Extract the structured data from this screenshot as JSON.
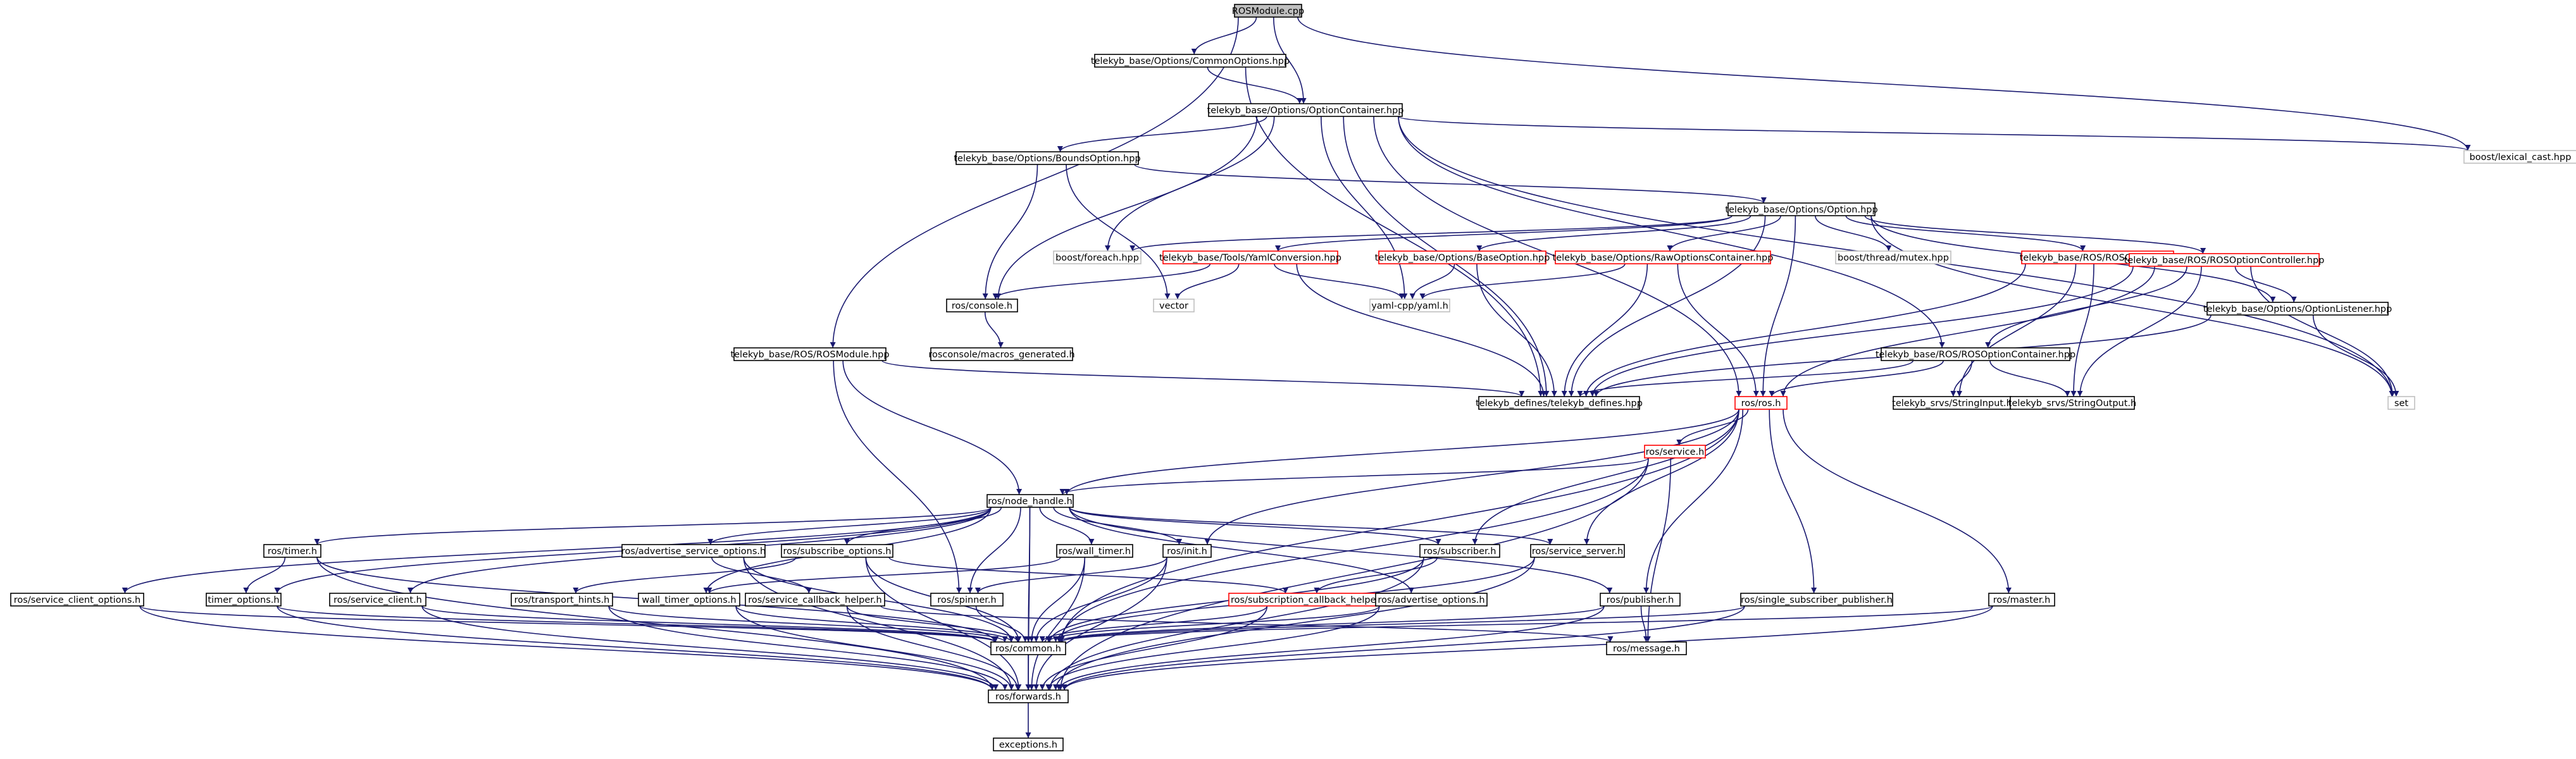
{
  "colors": {
    "edge": "#191970",
    "text": "#000000",
    "border_default": "#000000",
    "border_red": "#ff0000",
    "border_gray": "#bfbfbf",
    "fill_root": "#bfbfbf",
    "fill_default": "#ffffff"
  },
  "nodes": [
    {
      "id": "n_rosmodule_cpp",
      "label": "ROSModule.cpp",
      "style": "root"
    },
    {
      "id": "n_common_options",
      "label": "telekyb_base/Options/CommonOptions.hpp",
      "style": "default"
    },
    {
      "id": "n_option_container",
      "label": "telekyb_base/Options/OptionContainer.hpp",
      "style": "default"
    },
    {
      "id": "n_lexical_cast",
      "label": "boost/lexical_cast.hpp",
      "style": "gray"
    },
    {
      "id": "n_bounds_option",
      "label": "telekyb_base/Options/BoundsOption.hpp",
      "style": "default"
    },
    {
      "id": "n_option",
      "label": "telekyb_base/Options/Option.hpp",
      "style": "default"
    },
    {
      "id": "n_boost_foreach",
      "label": "boost/foreach.hpp",
      "style": "gray"
    },
    {
      "id": "n_yaml_conversion",
      "label": "telekyb_base/Tools/YamlConversion.hpp",
      "style": "red"
    },
    {
      "id": "n_base_option",
      "label": "telekyb_base/Options/BaseOption.hpp",
      "style": "red"
    },
    {
      "id": "n_raw_options_container",
      "label": "telekyb_base/Options/RawOptionsContainer.hpp",
      "style": "red"
    },
    {
      "id": "n_boost_mutex",
      "label": "boost/thread/mutex.hpp",
      "style": "gray"
    },
    {
      "id": "n_ros_option",
      "label": "telekyb_base/ROS/ROSOption.hpp",
      "style": "red"
    },
    {
      "id": "n_ros_console",
      "label": "ros/console.h",
      "style": "default"
    },
    {
      "id": "n_vector",
      "label": "vector",
      "style": "gray"
    },
    {
      "id": "n_yaml_cpp",
      "label": "yaml-cpp/yaml.h",
      "style": "gray"
    },
    {
      "id": "n_ros_option_controller",
      "label": "telekyb_base/ROS/ROSOptionController.hpp",
      "style": "red"
    },
    {
      "id": "n_rosconsole_macros",
      "label": "rosconsole/macros_generated.h",
      "style": "default"
    },
    {
      "id": "n_ros_rosmodule_hpp",
      "label": "telekyb_base/ROS/ROSModule.hpp",
      "style": "default"
    },
    {
      "id": "n_ros_option_container",
      "label": "telekyb_base/ROS/ROSOptionContainer.hpp",
      "style": "default"
    },
    {
      "id": "n_option_listener",
      "label": "telekyb_base/Options/OptionListener.hpp",
      "style": "default"
    },
    {
      "id": "n_telekyb_defines",
      "label": "telekyb_defines/telekyb_defines.hpp",
      "style": "default"
    },
    {
      "id": "n_ros_ros_h",
      "label": "ros/ros.h",
      "style": "red"
    },
    {
      "id": "n_string_input",
      "label": "telekyb_srvs/StringInput.h",
      "style": "default"
    },
    {
      "id": "n_string_output",
      "label": "telekyb_srvs/StringOutput.h",
      "style": "default"
    },
    {
      "id": "n_set",
      "label": "set",
      "style": "gray"
    },
    {
      "id": "n_ros_service",
      "label": "ros/service.h",
      "style": "red"
    },
    {
      "id": "n_node_handle",
      "label": "ros/node_handle.h",
      "style": "default"
    },
    {
      "id": "n_ros_timer",
      "label": "ros/timer.h",
      "style": "default"
    },
    {
      "id": "n_advertise_service_options",
      "label": "ros/advertise_service_options.h",
      "style": "default"
    },
    {
      "id": "n_subscribe_options",
      "label": "ros/subscribe_options.h",
      "style": "default"
    },
    {
      "id": "n_wall_timer",
      "label": "ros/wall_timer.h",
      "style": "default"
    },
    {
      "id": "n_ros_init",
      "label": "ros/init.h",
      "style": "default"
    },
    {
      "id": "n_ros_subscriber",
      "label": "ros/subscriber.h",
      "style": "default"
    },
    {
      "id": "n_service_server",
      "label": "ros/service_server.h",
      "style": "default"
    },
    {
      "id": "n_service_client_options",
      "label": "ros/service_client_options.h",
      "style": "default"
    },
    {
      "id": "n_timer_options",
      "label": "timer_options.h",
      "style": "default"
    },
    {
      "id": "n_service_client",
      "label": "ros/service_client.h",
      "style": "default"
    },
    {
      "id": "n_transport_hints",
      "label": "ros/transport_hints.h",
      "style": "default"
    },
    {
      "id": "n_wall_timer_options",
      "label": "wall_timer_options.h",
      "style": "default"
    },
    {
      "id": "n_service_callback_helper",
      "label": "ros/service_callback_helper.h",
      "style": "default"
    },
    {
      "id": "n_ros_spinner",
      "label": "ros/spinner.h",
      "style": "default"
    },
    {
      "id": "n_subscription_callback_helper",
      "label": "ros/subscription_callback_helper.h",
      "style": "red"
    },
    {
      "id": "n_advertise_options",
      "label": "ros/advertise_options.h",
      "style": "default"
    },
    {
      "id": "n_ros_publisher",
      "label": "ros/publisher.h",
      "style": "default"
    },
    {
      "id": "n_single_subscriber_publisher",
      "label": "ros/single_subscriber_publisher.h",
      "style": "default"
    },
    {
      "id": "n_ros_master",
      "label": "ros/master.h",
      "style": "default"
    },
    {
      "id": "n_ros_common",
      "label": "ros/common.h",
      "style": "default"
    },
    {
      "id": "n_ros_message",
      "label": "ros/message.h",
      "style": "default"
    },
    {
      "id": "n_ros_forwards",
      "label": "ros/forwards.h",
      "style": "default"
    },
    {
      "id": "n_exceptions",
      "label": "exceptions.h",
      "style": "default"
    }
  ],
  "edges": [
    [
      "n_rosmodule_cpp",
      "n_common_options"
    ],
    [
      "n_rosmodule_cpp",
      "n_option_container"
    ],
    [
      "n_rosmodule_cpp",
      "n_lexical_cast"
    ],
    [
      "n_rosmodule_cpp",
      "n_ros_rosmodule_hpp"
    ],
    [
      "n_common_options",
      "n_option_container"
    ],
    [
      "n_common_options",
      "n_telekyb_defines"
    ],
    [
      "n_option_container",
      "n_bounds_option"
    ],
    [
      "n_option_container",
      "n_lexical_cast"
    ],
    [
      "n_option_container",
      "n_set"
    ],
    [
      "n_option_container",
      "n_ros_console"
    ],
    [
      "n_option_container",
      "n_boost_foreach"
    ],
    [
      "n_option_container",
      "n_yaml_cpp"
    ],
    [
      "n_option_container",
      "n_telekyb_defines"
    ],
    [
      "n_option_container",
      "n_ros_option_container"
    ],
    [
      "n_option_container",
      "n_ros_ros_h"
    ],
    [
      "n_bounds_option",
      "n_option"
    ],
    [
      "n_bounds_option",
      "n_ros_console"
    ],
    [
      "n_bounds_option",
      "n_vector"
    ],
    [
      "n_option",
      "n_boost_foreach"
    ],
    [
      "n_option",
      "n_yaml_conversion"
    ],
    [
      "n_option",
      "n_base_option"
    ],
    [
      "n_option",
      "n_raw_options_container"
    ],
    [
      "n_option",
      "n_boost_mutex"
    ],
    [
      "n_option",
      "n_ros_option"
    ],
    [
      "n_option",
      "n_ros_option_controller"
    ],
    [
      "n_option",
      "n_option_listener"
    ],
    [
      "n_option",
      "n_telekyb_defines"
    ],
    [
      "n_option",
      "n_ros_ros_h"
    ],
    [
      "n_option",
      "n_set"
    ],
    [
      "n_yaml_conversion",
      "n_ros_console"
    ],
    [
      "n_yaml_conversion",
      "n_vector"
    ],
    [
      "n_yaml_conversion",
      "n_yaml_cpp"
    ],
    [
      "n_yaml_conversion",
      "n_telekyb_defines"
    ],
    [
      "n_base_option",
      "n_yaml_cpp"
    ],
    [
      "n_base_option",
      "n_telekyb_defines"
    ],
    [
      "n_raw_options_container",
      "n_yaml_cpp"
    ],
    [
      "n_raw_options_container",
      "n_telekyb_defines"
    ],
    [
      "n_raw_options_container",
      "n_ros_ros_h"
    ],
    [
      "n_ros_option",
      "n_ros_option_controller"
    ],
    [
      "n_ros_option",
      "n_string_input"
    ],
    [
      "n_ros_option",
      "n_string_output"
    ],
    [
      "n_ros_option",
      "n_telekyb_defines"
    ],
    [
      "n_ros_option_controller",
      "n_ros_option_container"
    ],
    [
      "n_ros_option_controller",
      "n_option_listener"
    ],
    [
      "n_ros_option_controller",
      "n_telekyb_defines"
    ],
    [
      "n_ros_option_controller",
      "n_string_output"
    ],
    [
      "n_ros_option_controller",
      "n_set"
    ],
    [
      "n_ros_option_controller",
      "n_ros_ros_h"
    ],
    [
      "n_ros_console",
      "n_rosconsole_macros"
    ],
    [
      "n_ros_rosmodule_hpp",
      "n_telekyb_defines"
    ],
    [
      "n_ros_rosmodule_hpp",
      "n_node_handle"
    ],
    [
      "n_ros_rosmodule_hpp",
      "n_ros_spinner"
    ],
    [
      "n_ros_option_container",
      "n_telekyb_defines"
    ],
    [
      "n_ros_option_container",
      "n_ros_ros_h"
    ],
    [
      "n_ros_option_container",
      "n_string_input"
    ],
    [
      "n_ros_option_container",
      "n_string_output"
    ],
    [
      "n_option_listener",
      "n_set"
    ],
    [
      "n_option_listener",
      "n_telekyb_defines"
    ],
    [
      "n_ros_ros_h",
      "n_node_handle"
    ],
    [
      "n_ros_ros_h",
      "n_ros_service"
    ],
    [
      "n_ros_ros_h",
      "n_ros_init"
    ],
    [
      "n_ros_ros_h",
      "n_ros_subscriber"
    ],
    [
      "n_ros_ros_h",
      "n_service_server"
    ],
    [
      "n_ros_ros_h",
      "n_ros_publisher"
    ],
    [
      "n_ros_ros_h",
      "n_single_subscriber_publisher"
    ],
    [
      "n_ros_ros_h",
      "n_ros_master"
    ],
    [
      "n_ros_ros_h",
      "n_ros_common"
    ],
    [
      "n_ros_service",
      "n_node_handle"
    ],
    [
      "n_ros_service",
      "n_ros_common"
    ],
    [
      "n_ros_service",
      "n_ros_message"
    ],
    [
      "n_ros_service",
      "n_ros_forwards"
    ],
    [
      "n_node_handle",
      "n_ros_timer"
    ],
    [
      "n_node_handle",
      "n_advertise_service_options"
    ],
    [
      "n_node_handle",
      "n_subscribe_options"
    ],
    [
      "n_node_handle",
      "n_wall_timer"
    ],
    [
      "n_node_handle",
      "n_ros_init"
    ],
    [
      "n_node_handle",
      "n_ros_subscriber"
    ],
    [
      "n_node_handle",
      "n_service_server"
    ],
    [
      "n_node_handle",
      "n_service_client_options"
    ],
    [
      "n_node_handle",
      "n_timer_options"
    ],
    [
      "n_node_handle",
      "n_service_client"
    ],
    [
      "n_node_handle",
      "n_wall_timer_options"
    ],
    [
      "n_node_handle",
      "n_ros_spinner"
    ],
    [
      "n_node_handle",
      "n_advertise_options"
    ],
    [
      "n_node_handle",
      "n_ros_publisher"
    ],
    [
      "n_node_handle",
      "n_ros_common"
    ],
    [
      "n_node_handle",
      "n_ros_forwards"
    ],
    [
      "n_ros_timer",
      "n_timer_options"
    ],
    [
      "n_ros_timer",
      "n_ros_common"
    ],
    [
      "n_ros_timer",
      "n_ros_forwards"
    ],
    [
      "n_advertise_service_options",
      "n_service_callback_helper"
    ],
    [
      "n_advertise_service_options",
      "n_ros_common"
    ],
    [
      "n_advertise_service_options",
      "n_ros_forwards"
    ],
    [
      "n_subscribe_options",
      "n_transport_hints"
    ],
    [
      "n_subscribe_options",
      "n_subscription_callback_helper"
    ],
    [
      "n_subscribe_options",
      "n_ros_common"
    ],
    [
      "n_subscribe_options",
      "n_ros_forwards"
    ],
    [
      "n_wall_timer",
      "n_wall_timer_options"
    ],
    [
      "n_wall_timer",
      "n_ros_common"
    ],
    [
      "n_wall_timer",
      "n_ros_forwards"
    ],
    [
      "n_ros_init",
      "n_ros_spinner"
    ],
    [
      "n_ros_init",
      "n_ros_common"
    ],
    [
      "n_ros_init",
      "n_ros_forwards"
    ],
    [
      "n_ros_subscriber",
      "n_subscription_callback_helper"
    ],
    [
      "n_ros_subscriber",
      "n_ros_common"
    ],
    [
      "n_ros_subscriber",
      "n_ros_forwards"
    ],
    [
      "n_service_server",
      "n_ros_common"
    ],
    [
      "n_service_server",
      "n_ros_forwards"
    ],
    [
      "n_service_client_options",
      "n_ros_common"
    ],
    [
      "n_service_client_options",
      "n_ros_forwards"
    ],
    [
      "n_timer_options",
      "n_ros_common"
    ],
    [
      "n_timer_options",
      "n_ros_forwards"
    ],
    [
      "n_service_client",
      "n_ros_common"
    ],
    [
      "n_service_client",
      "n_ros_forwards"
    ],
    [
      "n_transport_hints",
      "n_ros_common"
    ],
    [
      "n_transport_hints",
      "n_ros_forwards"
    ],
    [
      "n_wall_timer_options",
      "n_ros_common"
    ],
    [
      "n_wall_timer_options",
      "n_ros_forwards"
    ],
    [
      "n_service_callback_helper",
      "n_ros_common"
    ],
    [
      "n_service_callback_helper",
      "n_ros_forwards"
    ],
    [
      "n_service_callback_helper",
      "n_ros_message"
    ],
    [
      "n_ros_spinner",
      "n_ros_common"
    ],
    [
      "n_subscription_callback_helper",
      "n_ros_common"
    ],
    [
      "n_subscription_callback_helper",
      "n_ros_forwards"
    ],
    [
      "n_advertise_options",
      "n_ros_common"
    ],
    [
      "n_advertise_options",
      "n_ros_forwards"
    ],
    [
      "n_ros_publisher",
      "n_ros_common"
    ],
    [
      "n_ros_publisher",
      "n_ros_message"
    ],
    [
      "n_ros_publisher",
      "n_ros_forwards"
    ],
    [
      "n_single_subscriber_publisher",
      "n_ros_common"
    ],
    [
      "n_single_subscriber_publisher",
      "n_ros_forwards"
    ],
    [
      "n_ros_master",
      "n_ros_common"
    ],
    [
      "n_ros_master",
      "n_ros_forwards"
    ],
    [
      "n_ros_common",
      "n_ros_forwards"
    ],
    [
      "n_ros_forwards",
      "n_exceptions"
    ]
  ]
}
